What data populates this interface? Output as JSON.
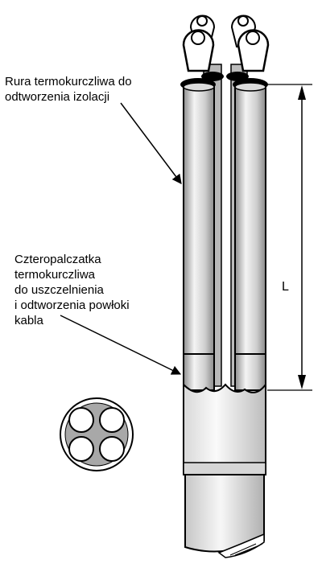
{
  "labels": {
    "tube": {
      "lines": [
        "Rura termokurczliwa do",
        "odtworzenia izolacji"
      ]
    },
    "glove": {
      "lines": [
        "Czteropalczatka",
        "termokurczliwa",
        "do uszczelnienia",
        "i odtworzenia powłoki",
        "kabla"
      ]
    },
    "dimension": "L"
  },
  "colors": {
    "outline": "#000000",
    "tube_light": "#f2f2f2",
    "tube_mid": "#d0d0d0",
    "tube_dark": "#9a9a9a",
    "sheath_light": "#f5f5f5",
    "sheath_dark": "#c8c8c8"
  },
  "icons": [
    "cable-lug-icon",
    "cross-section-icon",
    "leader-arrow-icon",
    "dimension-arrow-icon"
  ]
}
